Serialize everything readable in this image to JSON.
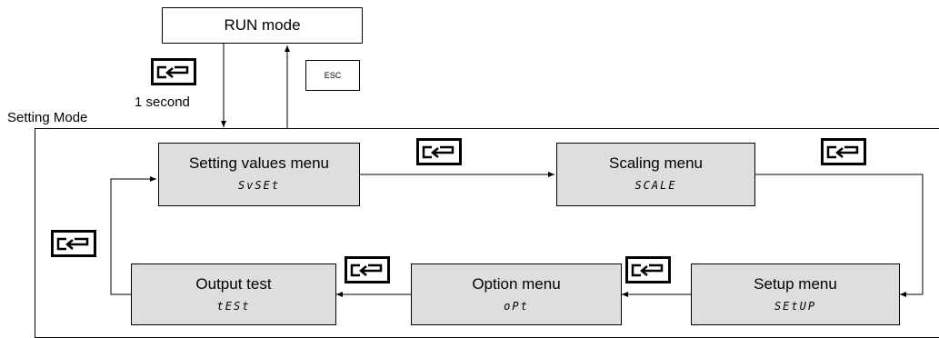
{
  "run_mode": {
    "label": "RUN mode"
  },
  "hold_time": "1 second",
  "esc_key": "ESC",
  "setting_mode_label": "Setting Mode",
  "menus": {
    "setting_values": {
      "title": "Setting values menu",
      "code": "SvSEt"
    },
    "scaling": {
      "title": "Scaling menu",
      "code": "SCALE"
    },
    "setup": {
      "title": "Setup menu",
      "code": "SEtUP"
    },
    "option": {
      "title": "Option menu",
      "code": "oPt"
    },
    "output_test": {
      "title": "Output test",
      "code": "tESt"
    }
  },
  "icons": [
    "enter-key-icon",
    "esc-key-icon"
  ]
}
